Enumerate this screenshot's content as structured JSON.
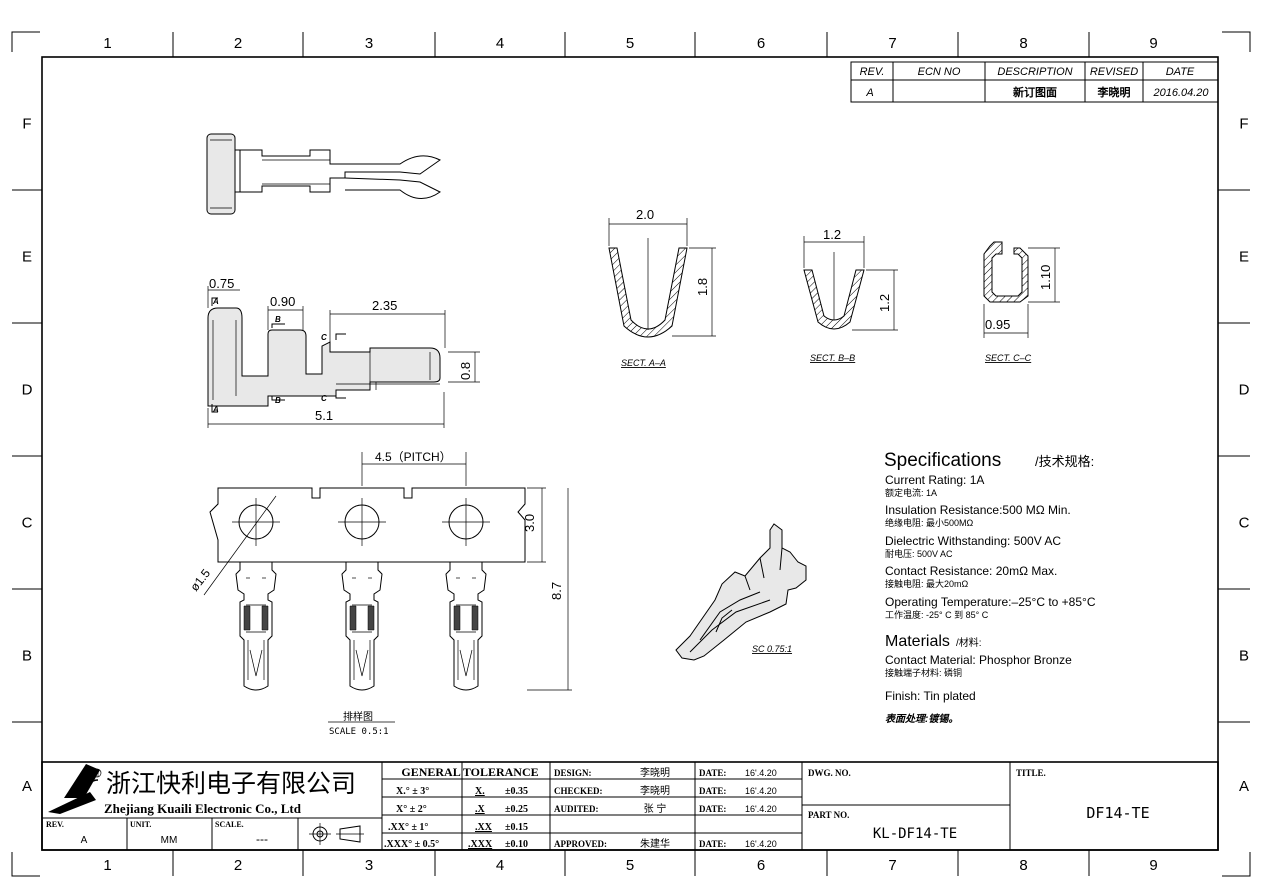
{
  "frame": {
    "columns": [
      "1",
      "2",
      "3",
      "4",
      "5",
      "6",
      "7",
      "8",
      "9"
    ],
    "rows": [
      "F",
      "E",
      "D",
      "C",
      "B",
      "A"
    ]
  },
  "revision_table": {
    "headers": [
      "REV.",
      "ECN NO",
      "DESCRIPTION",
      "REVISED",
      "DATE"
    ],
    "row": [
      "A",
      "",
      "新订图面",
      "李晓明",
      "2016.04.20"
    ]
  },
  "dimensions": {
    "top_width": "0.75",
    "slot": "0.90",
    "barrel": "2.35",
    "height": "0.8",
    "length": "5.1",
    "section_a_a_width": "2.0",
    "section_a_a_height": "1.8",
    "section_b_b_width": "1.2",
    "section_b_b_height": "1.2",
    "section_c_c_width": "0.95",
    "section_c_c_height": "1.10",
    "pitch": "4.5（PITCH）",
    "hole_dia": "ø1.5",
    "carrier_h": "3.0",
    "overall_h": "8.7"
  },
  "section_marks": {
    "a": "A",
    "b": "B",
    "c": "C"
  },
  "labels": {
    "sect_a_a": "SECT. A–A",
    "sect_b_b": "SECT. B–B",
    "sect_c_c": "SECT. C–C",
    "iso_scale": "SC 0.75:1",
    "strip_title": "排样图",
    "strip_scale": "SCALE 0.5:1"
  },
  "specifications": {
    "heading": "Specifications",
    "heading_cn": "/技术规格:",
    "items": [
      {
        "en": "Current Rating:  1A",
        "cn": "额定电流: 1A"
      },
      {
        "en": "Insulation Resistance:500 MΩ Min.",
        "cn": "绝缘电阻: 最小500MΩ"
      },
      {
        "en": "Dielectric Withstanding:  500V AC",
        "cn": "耐电压: 500V AC"
      },
      {
        "en": "Contact Resistance:  20mΩ Max.",
        "cn": "接触电阻: 最大20mΩ"
      },
      {
        "en": "Operating Temperature:–25°C to +85°C",
        "cn": "工作温度: -25° C 到 85° C"
      }
    ],
    "materials_heading": "Materials",
    "materials_heading_cn": "/材料:",
    "material_en": "Contact Material: Phosphor Bronze",
    "material_cn": "接触端子材料: 磷铜",
    "finish_en": "Finish: Tin plated",
    "finish_cn": "表面处理:镀锡。"
  },
  "title_block": {
    "company_cn": "浙江快利电子有限公司",
    "company_en": "Zhejiang Kuaili Electronic Co., Ltd",
    "registered": "®",
    "rev_label": "REV.",
    "rev_value": "A",
    "unit_label": "UNIT.",
    "unit_value": "MM",
    "scale_label": "SCALE.",
    "scale_value": "---",
    "tolerance_title": "GENERAL  TOLERANCE",
    "tolerance_angles": [
      "X.° ± 3°",
      "X° ± 2°",
      ".XX° ± 1°",
      ".XXX° ± 0.5°"
    ],
    "tolerance_linear": [
      {
        "k": "X.",
        "v": "±0.35"
      },
      {
        "k": ".X",
        "v": "±0.25"
      },
      {
        "k": ".XX",
        "v": "±0.15"
      },
      {
        "k": ".XXX",
        "v": "±0.10"
      }
    ],
    "people": [
      {
        "role": "DESIGN:",
        "name": "李晓明",
        "date_label": "DATE:",
        "date": "16'.4.20"
      },
      {
        "role": "CHECKED:",
        "name": "李晓明",
        "date_label": "DATE:",
        "date": "16'.4.20"
      },
      {
        "role": "AUDITED:",
        "name": "张  宁",
        "date_label": "DATE:",
        "date": "16'.4.20"
      },
      {
        "role": "APPROVED:",
        "name": "朱建华",
        "date_label": "DATE:",
        "date": "16'.4.20"
      }
    ],
    "dwg_no_label": "DWG. NO.",
    "dwg_no": "",
    "part_no_label": "PART NO.",
    "part_no": "KL-DF14-TE",
    "title_label": "TITLE.",
    "title": "DF14-TE"
  }
}
